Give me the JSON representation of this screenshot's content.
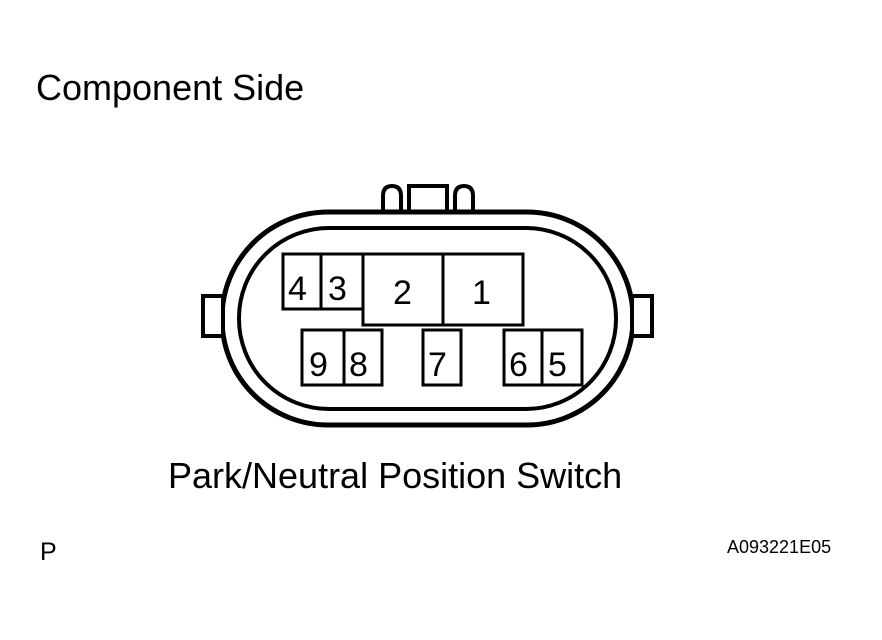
{
  "heading": "Component Side",
  "caption": "Park/Neutral Position Switch",
  "corner_letter": "P",
  "figure_code": "A093221E05",
  "pins_top": [
    "4",
    "3",
    "2",
    "1"
  ],
  "pins_bottom": [
    "9",
    "8",
    "7",
    "6",
    "5"
  ]
}
